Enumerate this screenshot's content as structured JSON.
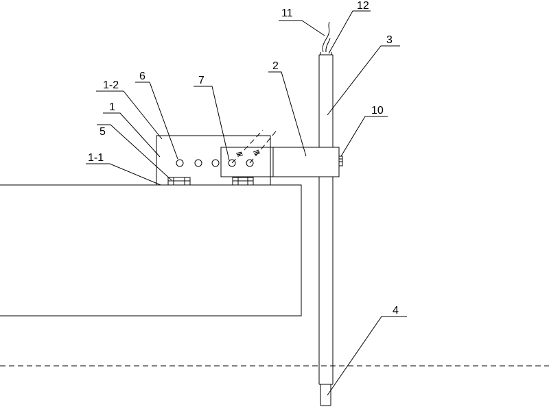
{
  "labels": {
    "l11": "11",
    "l12": "12",
    "l3": "3",
    "l2": "2",
    "l1_2": "1-2",
    "l6": "6",
    "l7": "7",
    "l1": "1",
    "l10": "10",
    "l5": "5",
    "l1_1": "1-1",
    "l4": "4"
  }
}
